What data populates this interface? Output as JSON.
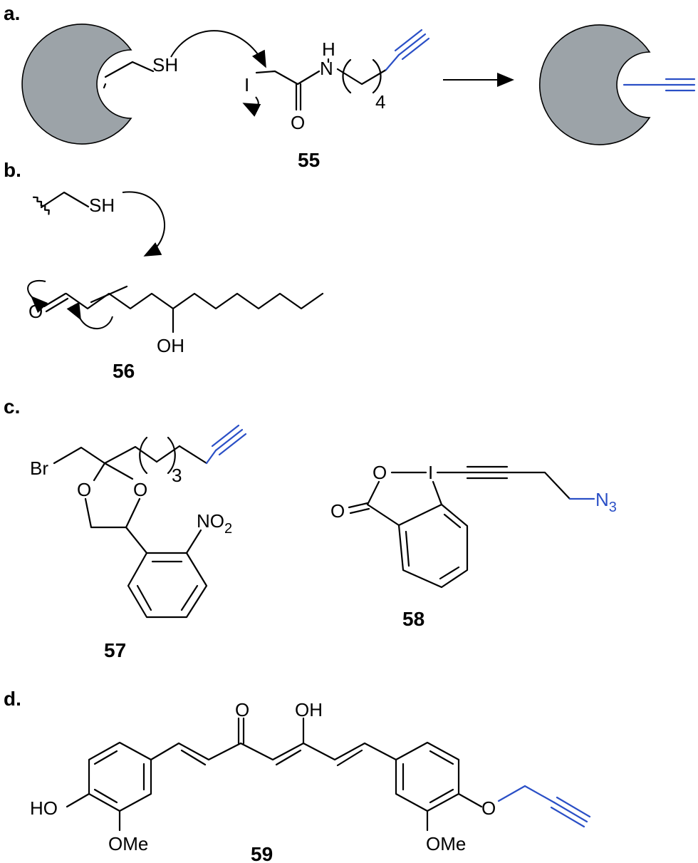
{
  "panels": {
    "a": "a.",
    "b": "b.",
    "c": "c.",
    "d": "d."
  },
  "compounds": {
    "c55": "55",
    "c56": "56",
    "c57": "57",
    "c58": "58",
    "c59": "59"
  },
  "atoms": {
    "sh": "SH",
    "i": "I",
    "o": "O",
    "n": "N",
    "h": "H",
    "oh": "OH",
    "ho": "HO",
    "br": "Br",
    "ome": "OMe",
    "n3_main": "N",
    "n3_sub": "3",
    "no2_main": "NO",
    "no2_sub": "2",
    "repeat4": "4",
    "repeat3": "3"
  },
  "colors": {
    "protein": "#9ca3a8",
    "click_handle": "#2a4fc6"
  }
}
